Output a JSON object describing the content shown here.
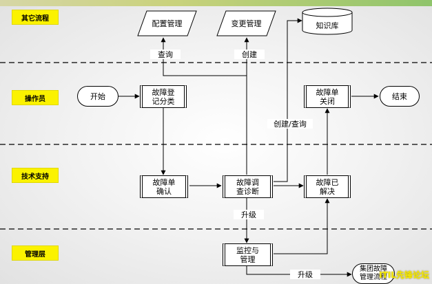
{
  "lanes": {
    "other": "其它流程",
    "operator": "操作员",
    "support": "技术支持",
    "management": "管理层"
  },
  "nodes": {
    "config_mgmt": "配置管理",
    "change_mgmt": "变更管理",
    "knowledge_base": "知识库",
    "start": "开始",
    "register": "故障登\n记分类",
    "ticket_close": "故障单\n关闭",
    "end": "结束",
    "confirm": "故障单\n确认",
    "diagnose": "故障调\n查诊断",
    "resolved": "故障已\n解决",
    "monitor": "监控与\n管理",
    "group_flow": "集团故障\n管理流程"
  },
  "edges": {
    "query": "查询",
    "create": "创建",
    "create_query": "创建/查询",
    "escalate1": "升级",
    "escalate2": "升级"
  },
  "watermark": "ITIL先锋论坛"
}
